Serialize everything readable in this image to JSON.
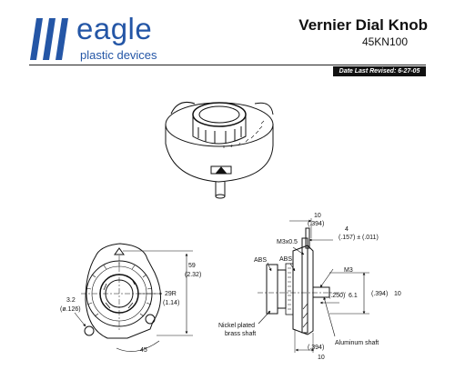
{
  "brand": {
    "name": "eagle",
    "tagline": "plastic devices"
  },
  "product": {
    "title": "Vernier Dial Knob",
    "part_number": "45KN100"
  },
  "revision": {
    "text": "Date Last Revised:  6-27-05"
  },
  "front_view": {
    "dim_height": "59",
    "dim_height_alt": "(2.32)",
    "dim_radius": "29R",
    "dim_radius_alt": "(1.14)",
    "dim_hole": "3.2",
    "dim_hole_alt": "(ø.126)",
    "dim_angle": "45"
  },
  "side_view": {
    "dim_top": "10",
    "dim_top_alt": "(.394)",
    "dim_offset": "4",
    "dim_offset_alt": "(.157) ± (.011)",
    "label_thread": "M3x0.5",
    "label_abs_left": "ABS",
    "label_abs_right": "ABS",
    "label_m3": "M3",
    "dim_shaft": "6.1",
    "dim_shaft_alt": "(.250)",
    "dim_right": "10",
    "dim_right_alt": "(.394)",
    "label_brass": "Nickel plated\nbrass shaft",
    "label_aluminum": "Aluminum shaft",
    "dim_bottom": "10",
    "dim_bottom_alt": "(.394)"
  }
}
